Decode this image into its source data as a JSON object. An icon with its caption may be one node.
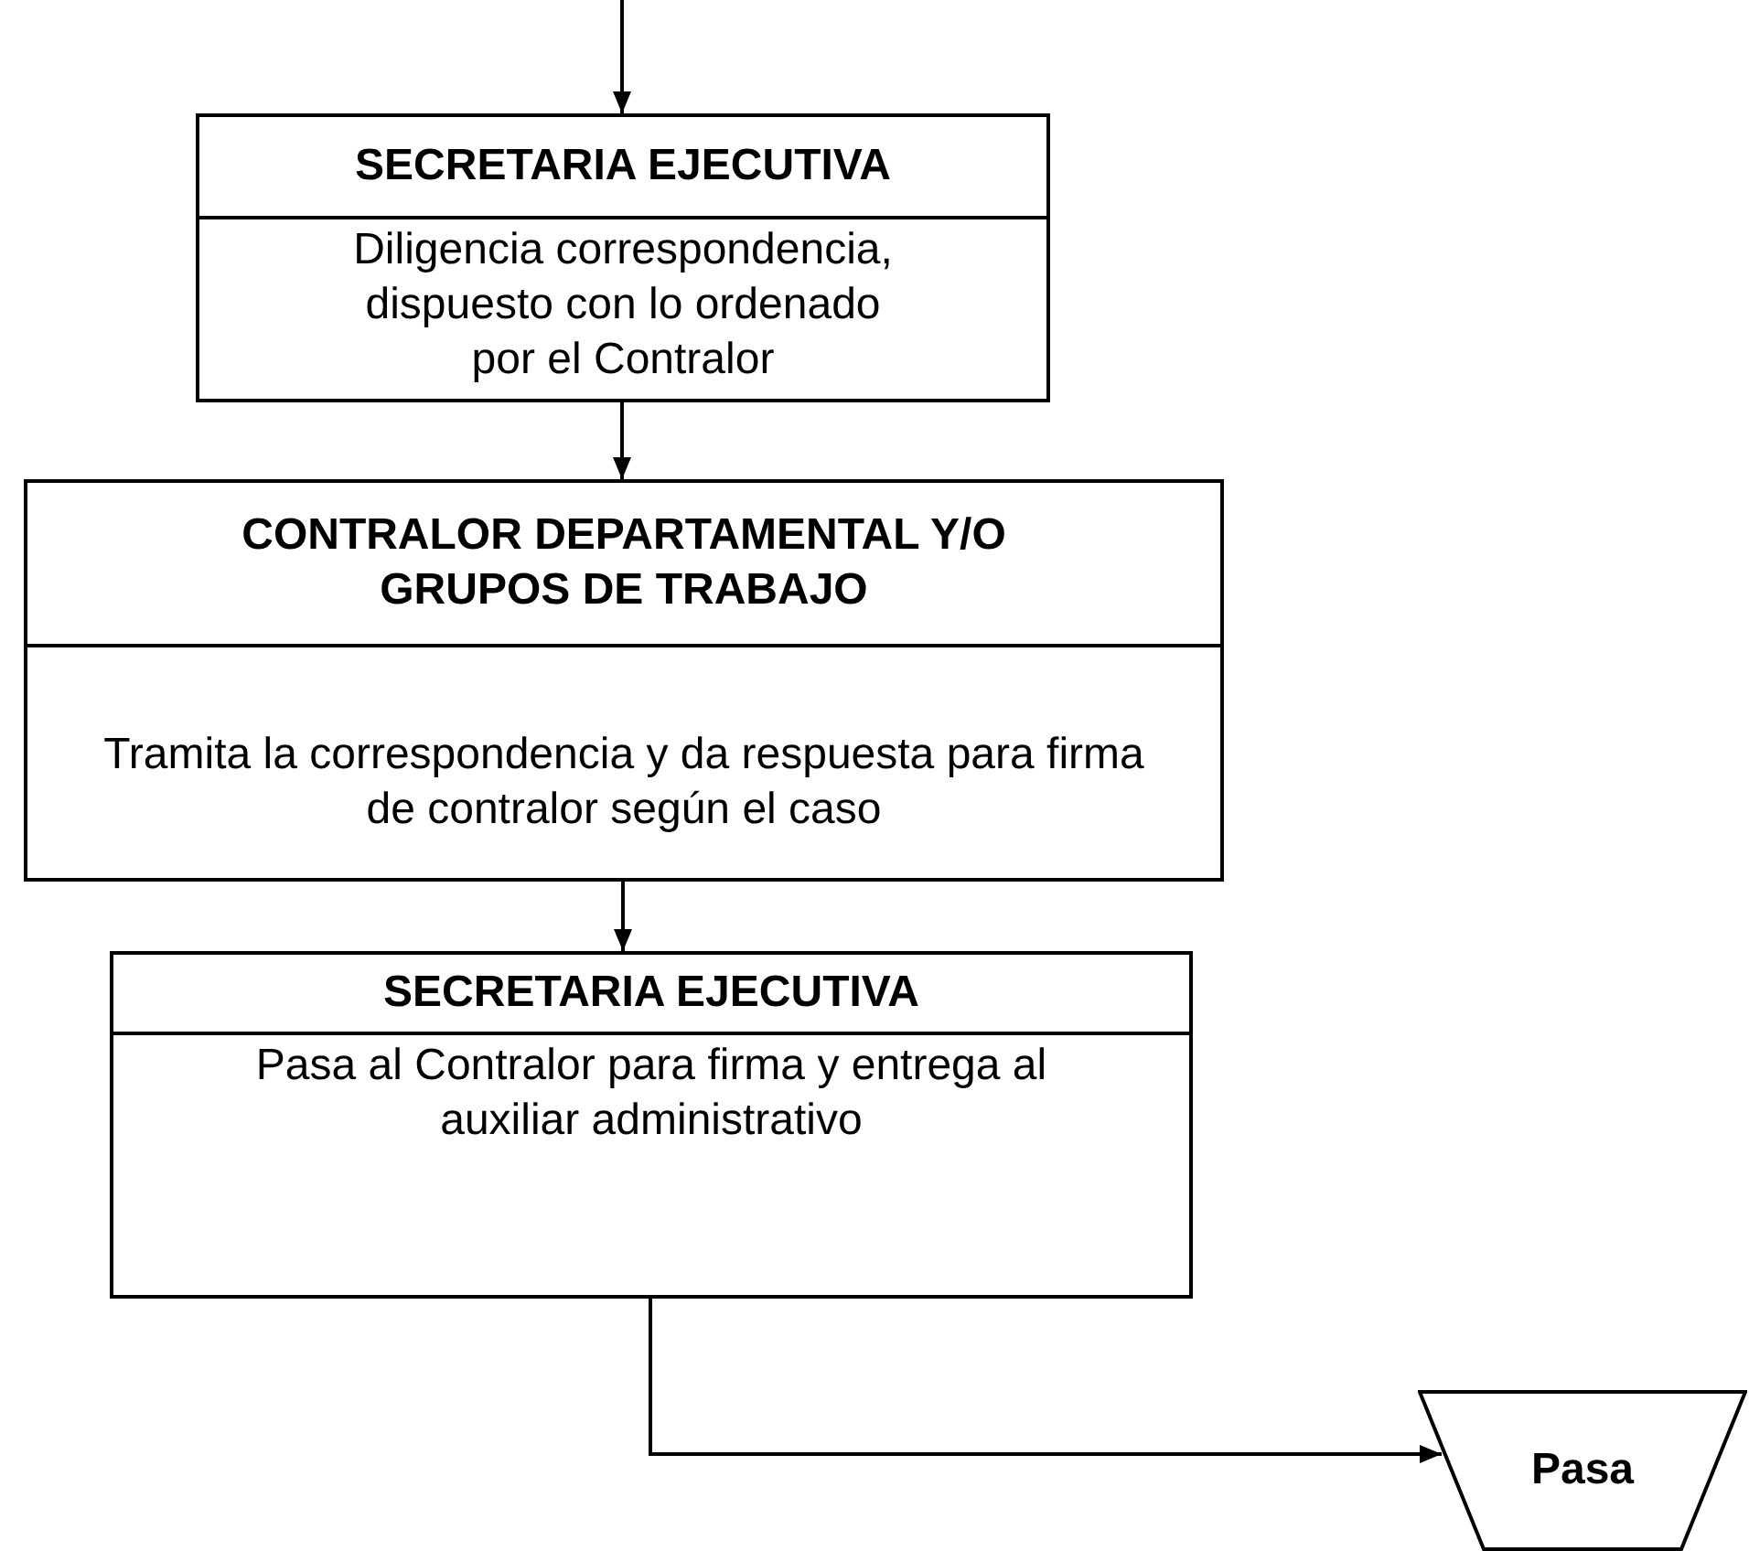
{
  "diagram": {
    "nodes": [
      {
        "text": [
          "SECRETARIA EJECUTIVA",
          "Diligencia correspondencia, dispuesto con lo ordenado por el Contralor"
        ]
      },
      {
        "text": [
          "CONTRALOR DEPARTAMENTAL Y/O GRUPOS DE TRABAJO",
          "Tramita la correspondencia y da respuesta para firma de contralor según el caso"
        ]
      },
      {
        "text": [
          "SECRETARIA EJECUTIVA",
          "Pasa al Contralor para firma y entrega al auxiliar administrativo"
        ]
      },
      {
        "text": [
          "Pasa"
        ]
      }
    ],
    "edges": [
      {
        "from": null,
        "to": 0,
        "arrow": "to"
      },
      {
        "from": 0,
        "to": 1,
        "arrow": "to"
      },
      {
        "from": 1,
        "to": 2,
        "arrow": "to"
      },
      {
        "from": 2,
        "to": 3,
        "arrow": "to"
      }
    ]
  }
}
